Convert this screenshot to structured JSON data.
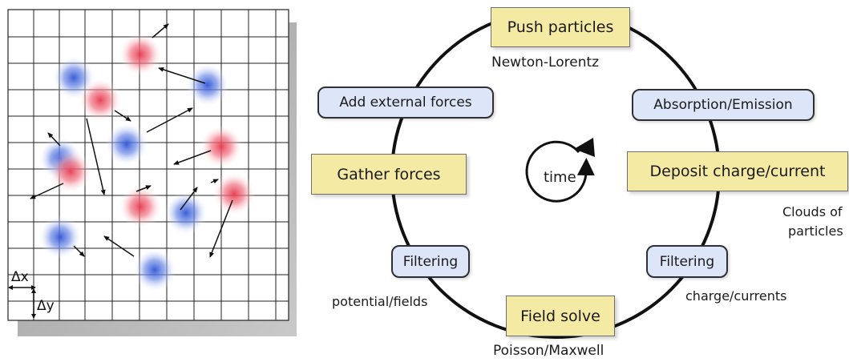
{
  "grid": {
    "dx_label": "Δx",
    "dy_label": "Δy"
  },
  "cycle": {
    "center_label": "time",
    "steps": {
      "push": "Push particles",
      "absorption": "Absorption/Emission",
      "deposit": "Deposit charge/current",
      "filter_right": "Filtering",
      "field_solve": "Field solve",
      "filter_left": "Filtering",
      "gather": "Gather forces",
      "external": "Add external forces"
    },
    "notes": {
      "newton": "Newton-Lorentz",
      "clouds_line1": "Clouds of",
      "clouds_line2": "particles",
      "charge": "charge/currents",
      "poisson": "Poisson/Maxwell",
      "potential": "potential/fields"
    }
  },
  "colors": {
    "positive_particle": "#e8394f",
    "negative_particle": "#2f56d6",
    "step_box_fill": "#f5eaa4",
    "optional_box_fill": "#dde6f8"
  }
}
